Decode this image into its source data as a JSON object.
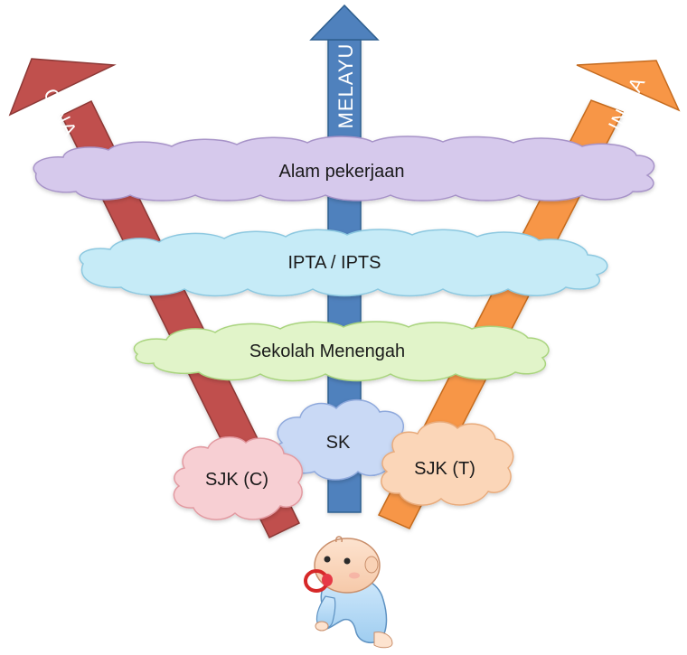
{
  "arrows": {
    "left": {
      "label": "CINA",
      "color": "#c0504d",
      "dark": "#8c3836"
    },
    "center": {
      "label": "MELAYU",
      "color": "#4f81bd",
      "dark": "#2f5f8f"
    },
    "right": {
      "label": "INDIA",
      "color": "#f79646",
      "dark": "#c46a1e"
    }
  },
  "clouds": {
    "work": {
      "label": "Alam pekerjaan",
      "fill": "#d6c9ec",
      "stroke": "#a793c8"
    },
    "ipta": {
      "label": "IPTA / IPTS",
      "fill": "#c6ebf7",
      "stroke": "#8cc8e0"
    },
    "secondary": {
      "label": "Sekolah Menengah",
      "fill": "#e1f4c9",
      "stroke": "#a9d47e"
    },
    "sk": {
      "label": "SK",
      "fill": "#c9d9f5",
      "stroke": "#8fa9dc"
    },
    "sjkc": {
      "label": "SJK (C)",
      "fill": "#f7cfd3",
      "stroke": "#e29aa1"
    },
    "sjkt": {
      "label": "SJK (T)",
      "fill": "#fbd6b8",
      "stroke": "#e8ab7c"
    }
  }
}
